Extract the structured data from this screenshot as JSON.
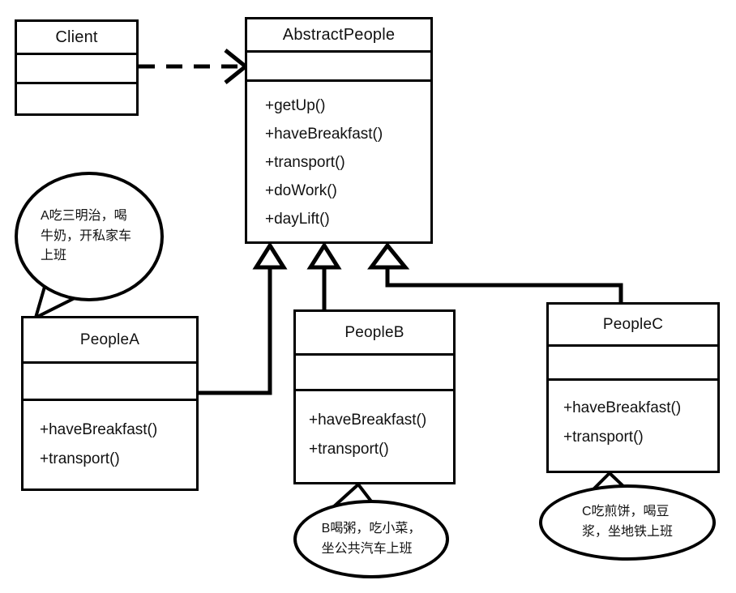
{
  "diagram": {
    "title": "AbstractPeople template method UML class diagram",
    "stroke_color": "#000000",
    "text_color": "#111111",
    "background": "#ffffff"
  },
  "classes": {
    "client": {
      "name": "Client",
      "attributes": [],
      "operations": []
    },
    "abstract_people": {
      "name": "AbstractPeople",
      "attributes": [],
      "operations": [
        "+getUp()",
        "+haveBreakfast()",
        "+transport()",
        "+doWork()",
        "+dayLift()"
      ]
    },
    "people_a": {
      "name": "PeopleA",
      "attributes": [],
      "operations": [
        "+haveBreakfast()",
        "+transport()"
      ]
    },
    "people_b": {
      "name": "PeopleB",
      "attributes": [],
      "operations": [
        "+haveBreakfast()",
        "+transport()"
      ]
    },
    "people_c": {
      "name": "PeopleC",
      "attributes": [],
      "operations": [
        "+haveBreakfast()",
        "+transport()"
      ]
    }
  },
  "notes": {
    "note_a": {
      "lines": [
        "A吃三明治，喝",
        "牛奶，开私家车",
        "上班"
      ],
      "full_text": "A吃三明治，喝牛奶，开私家车上班",
      "attached_to": "PeopleA"
    },
    "note_b": {
      "lines": [
        "B喝粥，吃小菜，",
        "坐公共汽车上班"
      ],
      "full_text": "B喝粥，吃小菜，坐公共汽车上班",
      "attached_to": "PeopleB"
    },
    "note_c": {
      "lines": [
        "C吃煎饼，喝豆",
        "浆，坐地铁上班"
      ],
      "full_text": "C吃煎饼，喝豆浆，坐地铁上班",
      "attached_to": "PeopleC"
    }
  },
  "relationships": [
    {
      "kind": "dependency",
      "from": "Client",
      "to": "AbstractPeople",
      "line_style": "dashed",
      "arrow": "open"
    },
    {
      "kind": "generalization",
      "from": "PeopleA",
      "to": "AbstractPeople",
      "line_style": "solid",
      "arrow": "hollow-triangle"
    },
    {
      "kind": "generalization",
      "from": "PeopleB",
      "to": "AbstractPeople",
      "line_style": "solid",
      "arrow": "hollow-triangle"
    },
    {
      "kind": "generalization",
      "from": "PeopleC",
      "to": "AbstractPeople",
      "line_style": "solid",
      "arrow": "hollow-triangle"
    }
  ]
}
